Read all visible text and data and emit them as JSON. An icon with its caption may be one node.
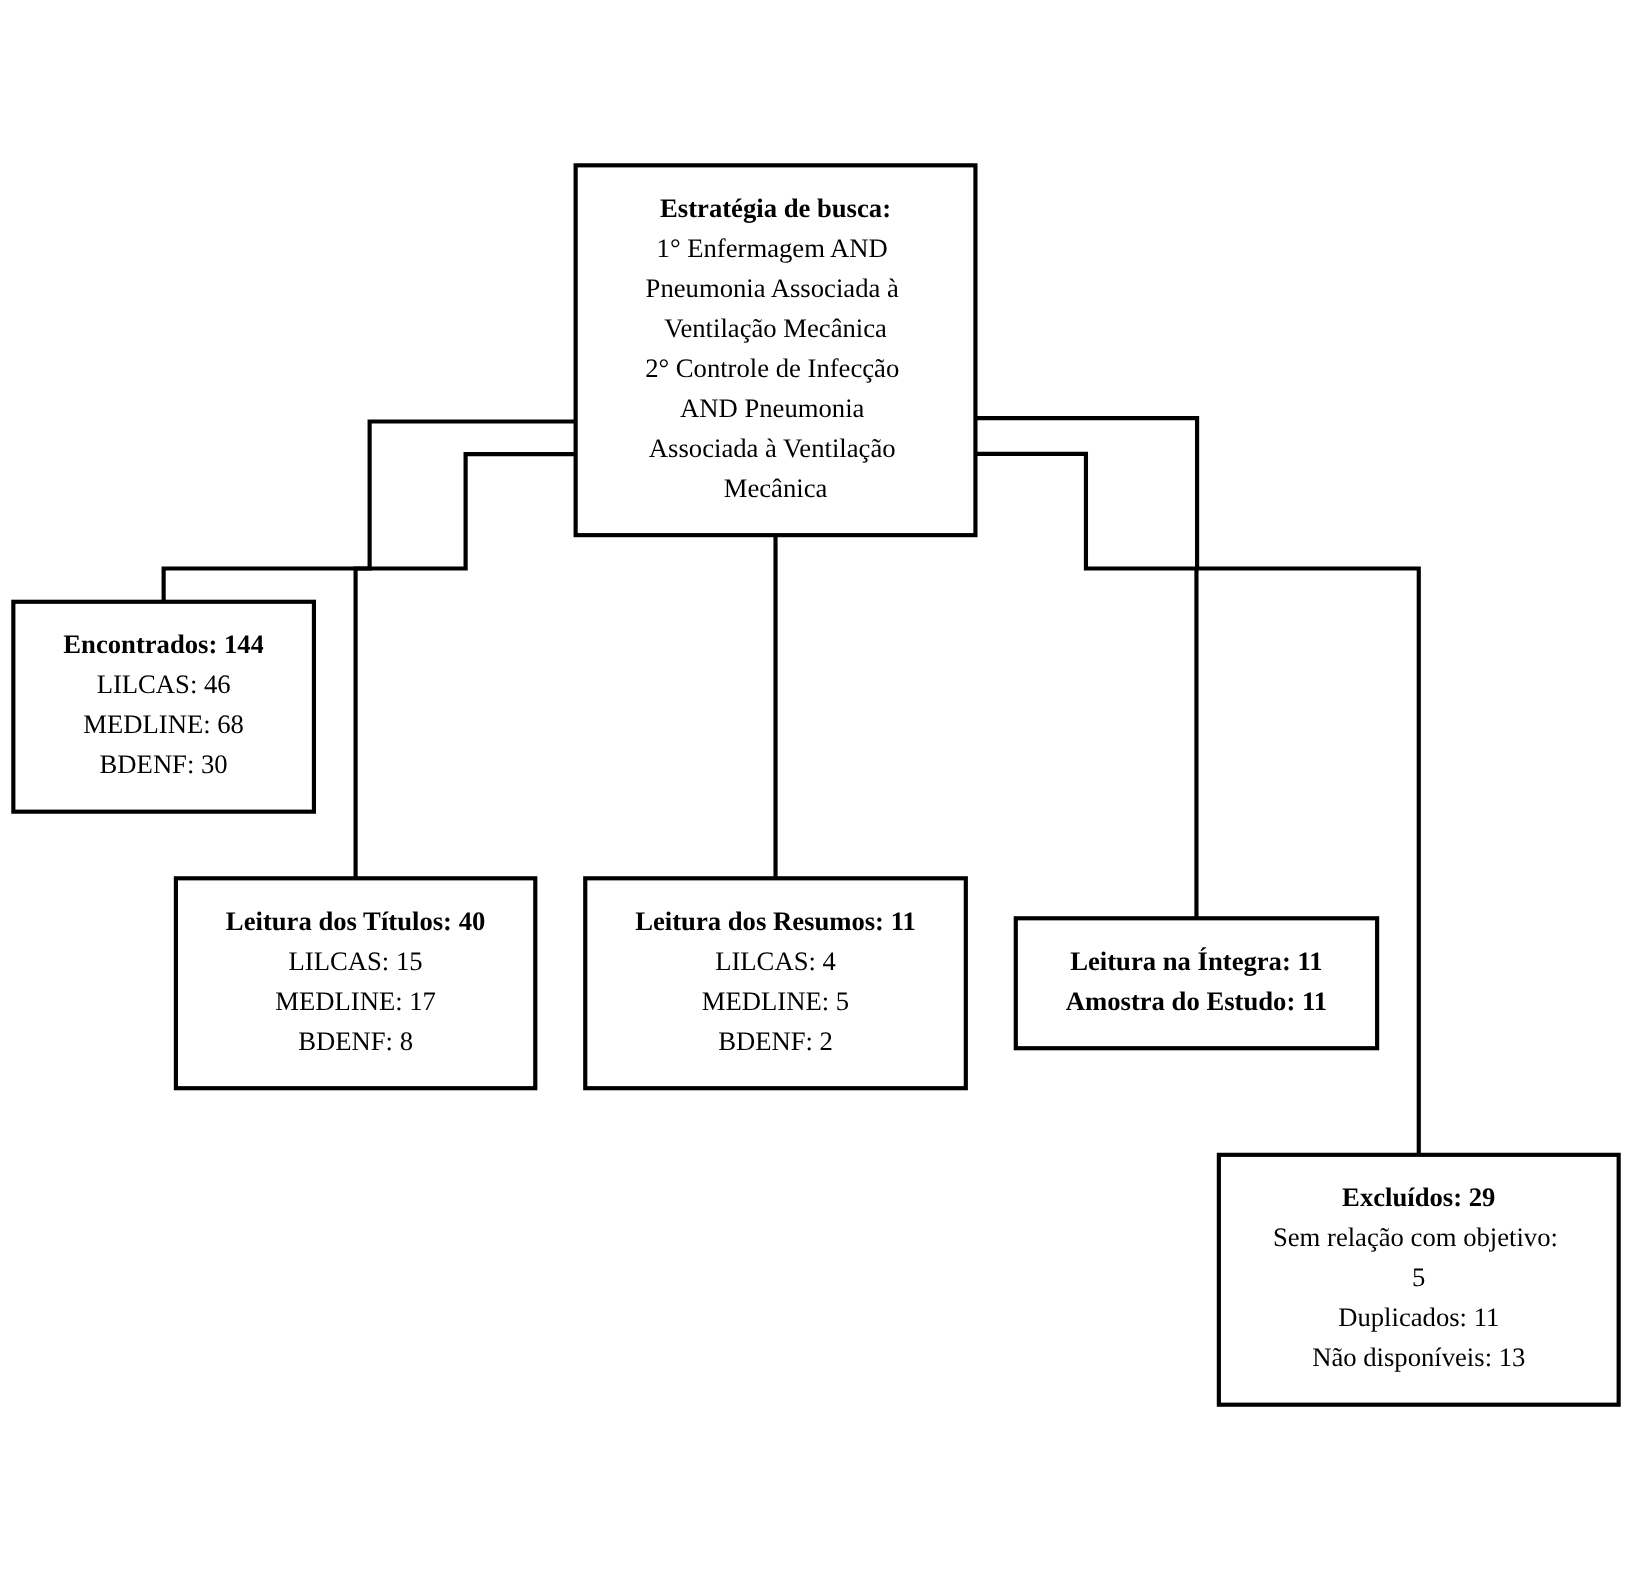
{
  "diagram": {
    "nodes": [
      {
        "text": [
          "Estratégia de busca:",
          "1° Enfermagem AND Pneumonia Associada à Ventilação Mecânica",
          "2° Controle de Infecção AND Pneumonia Associada à Ventilação Mecânica"
        ]
      },
      {
        "text": [
          "Encontrados: 144",
          "LILCAS: 46",
          "MEDLINE: 68",
          "BDENF: 30"
        ]
      },
      {
        "text": [
          "Leitura dos Títulos: 40",
          "LILCAS: 15",
          "MEDLINE: 17",
          "BDENF: 8"
        ]
      },
      {
        "text": [
          "Leitura dos Resumos: 11",
          "LILCAS: 4",
          "MEDLINE: 5",
          "BDENF: 2"
        ]
      },
      {
        "text": [
          "Excluídos: 29",
          "Sem relação com objetivo: 5",
          "Duplicados: 11",
          "Não disponíveis: 13"
        ]
      },
      {
        "text": [
          "Leitura na Íntegra: 11",
          "Amostra do Estudo: 11"
        ]
      }
    ],
    "edges": [
      {
        "from": 0,
        "to": 1,
        "arrow": "none"
      },
      {
        "from": 0,
        "to": 2,
        "arrow": "none"
      },
      {
        "from": 0,
        "to": 3,
        "arrow": "none"
      },
      {
        "from": 0,
        "to": 4,
        "arrow": "none"
      },
      {
        "from": 0,
        "to": 5,
        "arrow": "none"
      }
    ]
  }
}
